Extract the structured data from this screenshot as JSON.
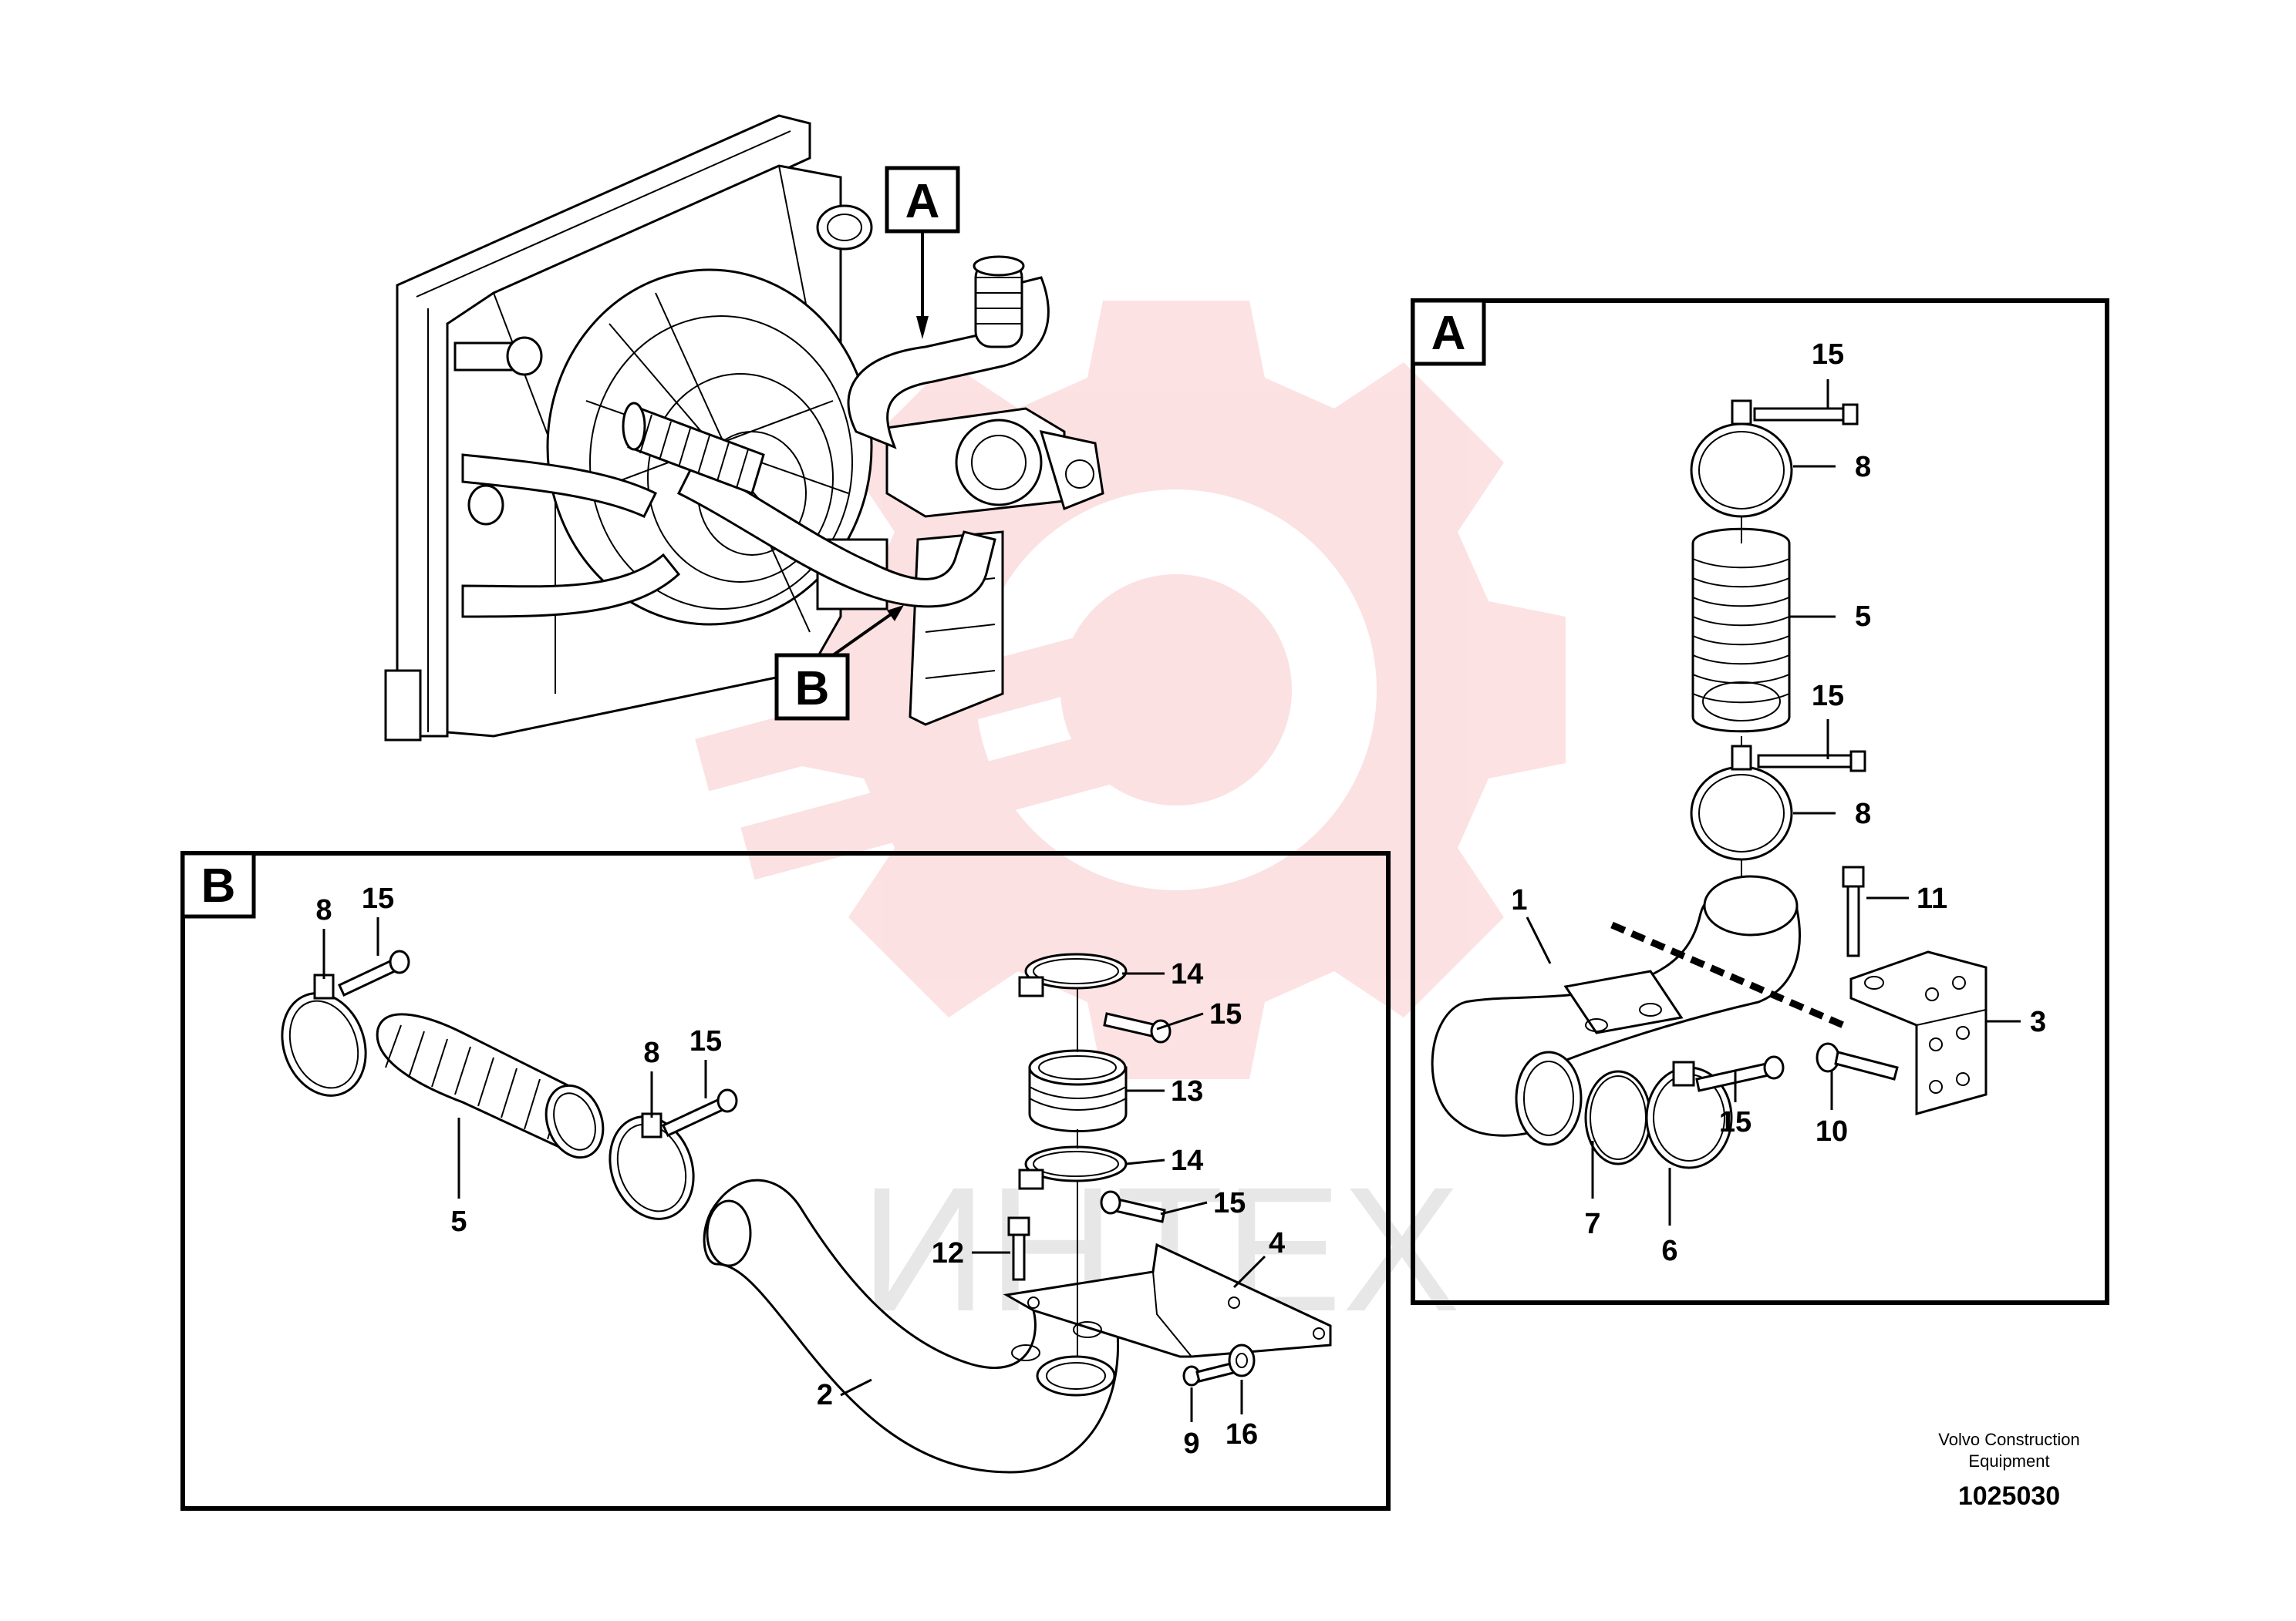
{
  "callouts": {
    "main_a": "A",
    "main_b": "B"
  },
  "detail_a": {
    "tag": "A",
    "labels": {
      "p15_top": "15",
      "p8_top": "8",
      "p5": "5",
      "p15_mid": "15",
      "p8_mid": "8",
      "p1": "1",
      "p11": "11",
      "p3": "3",
      "p10": "10",
      "p15_low": "15",
      "p7": "7",
      "p6": "6"
    }
  },
  "detail_b": {
    "tag": "B",
    "labels": {
      "p8_left": "8",
      "p15_left": "15",
      "p5": "5",
      "p8_mid": "8",
      "p15_mid": "15",
      "p14_top": "14",
      "p15_r1": "15",
      "p13": "13",
      "p14_low": "14",
      "p15_r2": "15",
      "p12": "12",
      "p4": "4",
      "p2": "2",
      "p9": "9",
      "p16": "16"
    }
  },
  "footer": {
    "company_line1": "Volvo Construction",
    "company_line2": "Equipment",
    "drawing_number": "1025030"
  },
  "watermark": {
    "text": "ИНТЕХ",
    "color": "#e8202a"
  }
}
